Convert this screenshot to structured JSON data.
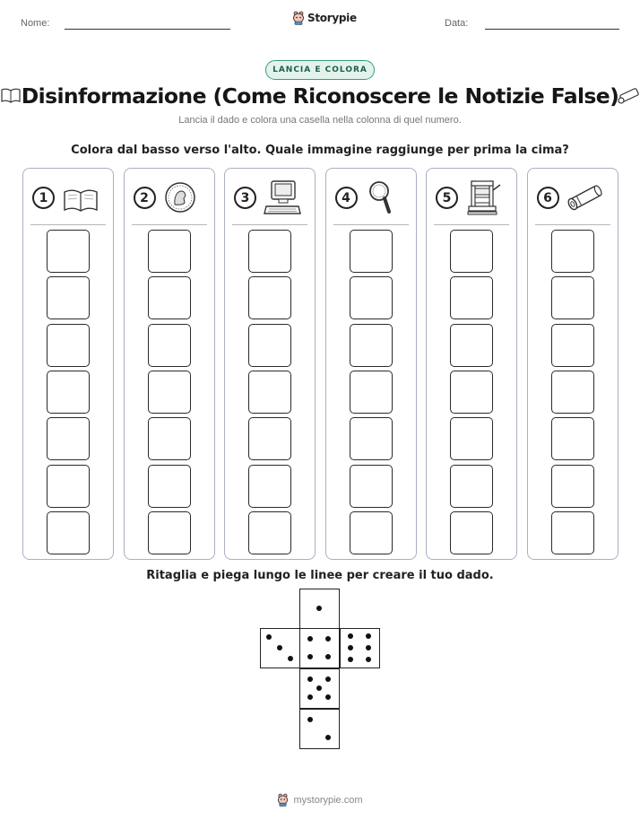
{
  "header": {
    "name_label": "Nome:",
    "date_label": "Data:",
    "brand_name": "Storypie"
  },
  "badge": "LANCIA E COLORA",
  "title": "Disinformazione (Come Riconoscere le Notizie False)",
  "subtitle": "Lancia il dado e colora una casella nella colonna di quel numero.",
  "instruction": "Colora dal basso verso l'alto. Quale immagine raggiunge per prima la cima?",
  "columns": [
    {
      "number": "1",
      "icon": "open-book-icon"
    },
    {
      "number": "2",
      "icon": "coin-icon"
    },
    {
      "number": "3",
      "icon": "computer-icon"
    },
    {
      "number": "4",
      "icon": "magnifying-glass-icon"
    },
    {
      "number": "5",
      "icon": "printing-press-icon"
    },
    {
      "number": "6",
      "icon": "scroll-icon"
    }
  ],
  "cells_per_column": 7,
  "cutout_caption": "Ritaglia e piega lungo le linee per creare il tuo dado.",
  "die_faces": [
    1,
    3,
    4,
    6,
    5,
    2
  ],
  "footer": {
    "site": "mystorypie.com"
  },
  "colors": {
    "badge_border": "#3a9a7e",
    "badge_fill": "#e3f3ec",
    "column_border": "#aab0c2"
  }
}
